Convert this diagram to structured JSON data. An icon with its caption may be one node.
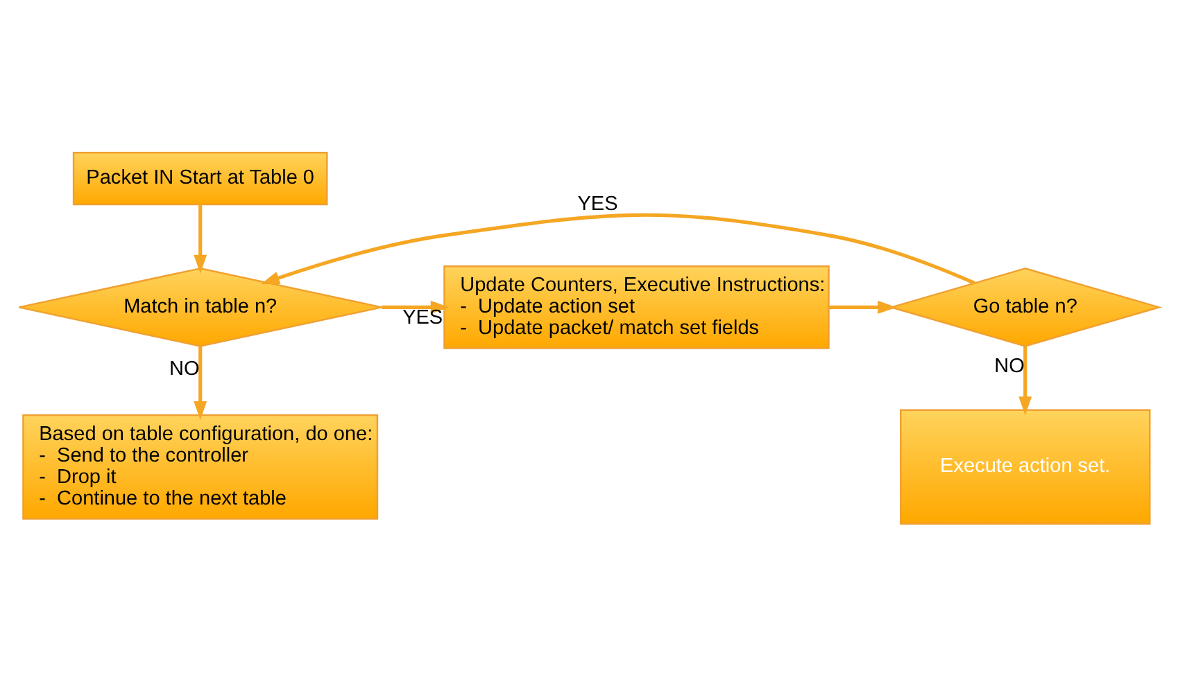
{
  "diagram": {
    "nodes": [
      {
        "text": [
          "Packet IN Start at Table 0"
        ]
      },
      {
        "text": [
          "Match in table n?"
        ]
      },
      {
        "text": [
          "Update Counters, Executive Instructions:",
          "-  Update action set",
          "-  Update packet/ match set fields"
        ]
      },
      {
        "text": [
          "Go table n?"
        ]
      },
      {
        "text": [
          "Based on table configuration, do one:",
          "-  Send to the controller",
          "-  Drop it",
          "-  Continue to the next table"
        ]
      },
      {
        "text": [
          "Execute action set."
        ]
      }
    ],
    "edges": [
      {
        "from": 0,
        "to": 1,
        "arrow": "to"
      },
      {
        "from": 1,
        "to": 2,
        "arrow": "to",
        "label": "YES"
      },
      {
        "from": 2,
        "to": 3,
        "arrow": "to"
      },
      {
        "from": 3,
        "to": 1,
        "arrow": "to",
        "label": "YES"
      },
      {
        "from": 1,
        "to": 4,
        "arrow": "to",
        "label": "NO"
      },
      {
        "from": 3,
        "to": 5,
        "arrow": "to",
        "label": "NO"
      }
    ]
  }
}
